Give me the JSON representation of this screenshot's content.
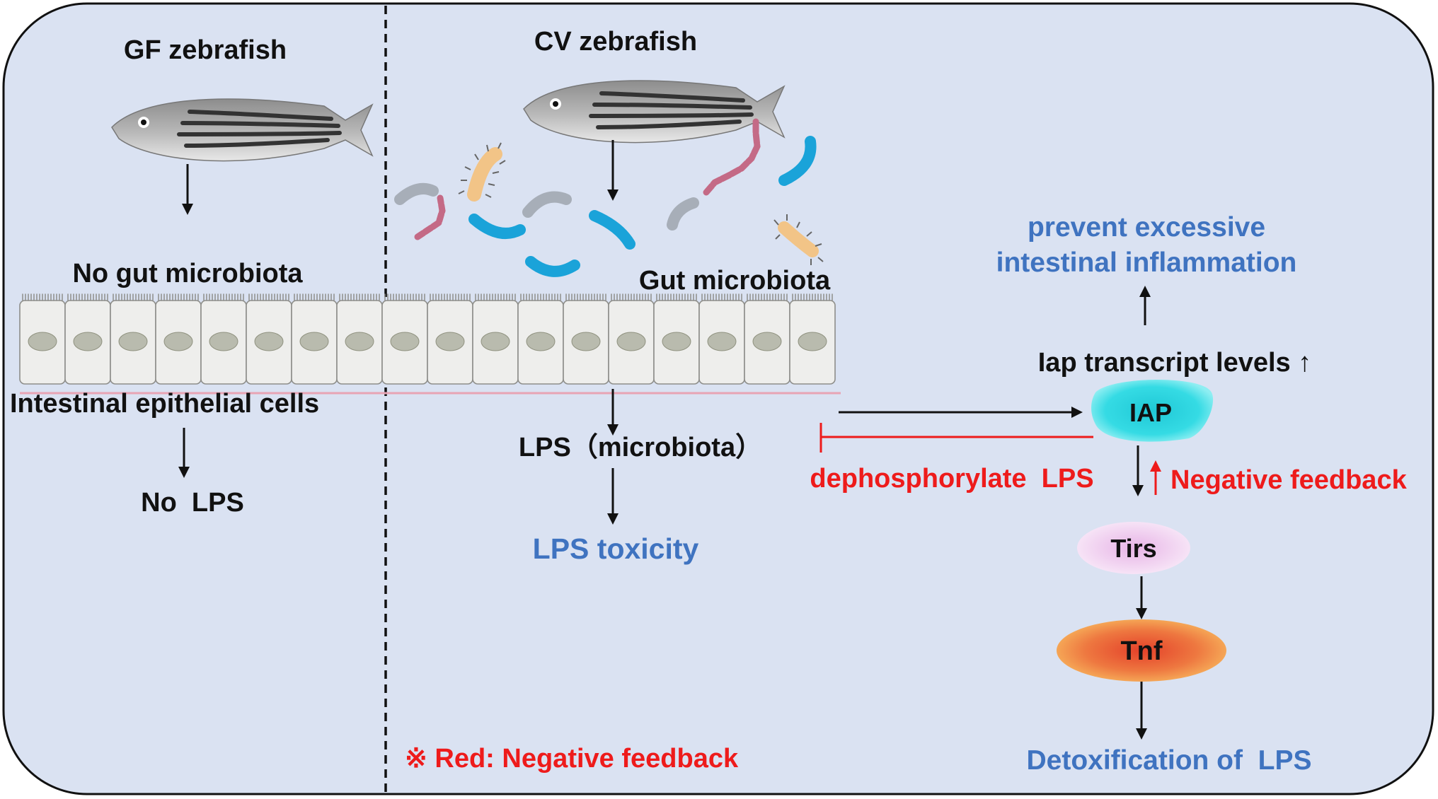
{
  "colors": {
    "panel_bg": "#dae2f2",
    "panel_border": "#111111",
    "text_black": "#111111",
    "text_blue": "#3f73c0",
    "text_red": "#ee1b1b",
    "epithelium_fill": "#eeeeec",
    "nucleus_fill": "#b9bbae",
    "membrane_line": "#e8a4b4",
    "iap_fill": "#2fd4dc",
    "tirs_fill": "#efc6ec",
    "tnf_fill": "#ec6c34",
    "bacteria_blue": "#1aa3d9",
    "bacteria_gray": "#a7aeb8",
    "bacteria_pink": "#c46a86",
    "bacteria_orange": "#f2c487"
  },
  "left_panel": {
    "title": "GF zebrafish",
    "gut_status": "No gut microbiota",
    "epithelium_label": "Intestinal epithelial cells",
    "outcome": "No  LPS"
  },
  "middle_panel": {
    "title": "CV zebrafish",
    "gut_label": "Gut microbiota",
    "lps_label": "LPS（microbiota）",
    "toxicity_label": "LPS toxicity",
    "legend_note": "※ Red: Negative feedback"
  },
  "right_panel": {
    "outcome_top_line1": "prevent excessive",
    "outcome_top_line2": "intestinal inflammation",
    "iap_levels_label": "Iap transcript levels ↑",
    "iap_node": "IAP",
    "dephosphorylate_label": "dephosphorylate  LPS",
    "negative_feedback_label": "Negative feedback",
    "tirs_node": "Tirs",
    "tnf_node": "Tnf",
    "detox_label": "Detoxification of  LPS"
  }
}
